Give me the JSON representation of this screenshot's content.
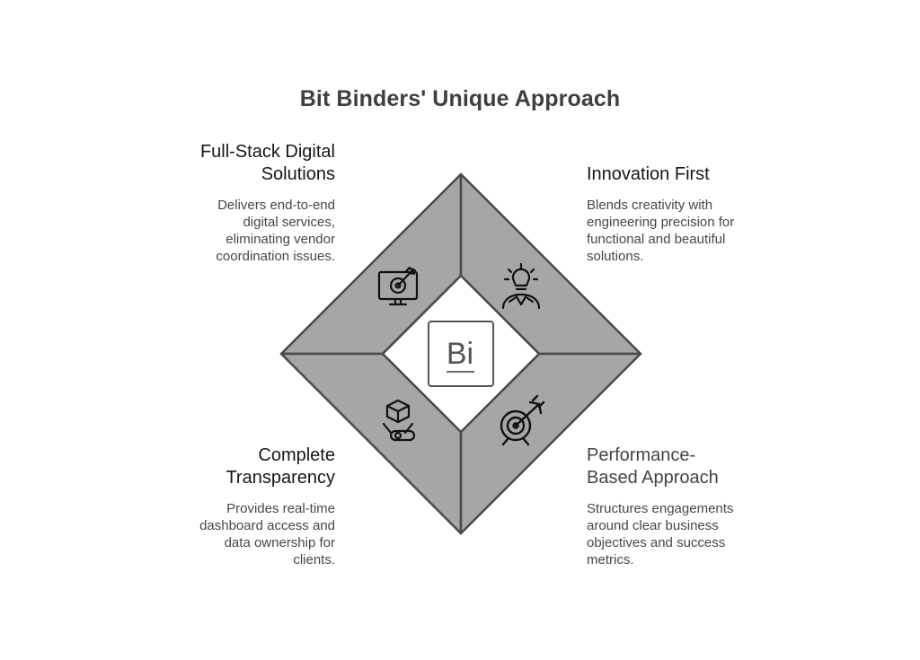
{
  "title": "Bit Binders' Unique Approach",
  "center_logo": "Bi",
  "quadrants": {
    "top_left": {
      "heading": "Full-Stack Digital Solutions",
      "description": "Delivers end-to-end digital services, eliminating vendor coordination issues.",
      "icon": "monitor-target-icon"
    },
    "top_right": {
      "heading": "Innovation First",
      "description": "Blends creativity with engineering precision for functional and beautiful solutions.",
      "icon": "lightbulb-person-icon"
    },
    "bottom_left": {
      "heading": "Complete Transparency",
      "description": "Provides real-time dashboard access and data ownership for clients.",
      "icon": "cube-hand-icon"
    },
    "bottom_right": {
      "heading": "Performance-Based Approach",
      "description": "Structures engagements around clear business objectives and success metrics.",
      "icon": "target-arrow-icon"
    }
  },
  "colors": {
    "quadrant_fill": "#a6a6a6",
    "outline": "#4a4a4a",
    "center_fill": "#ffffff"
  }
}
